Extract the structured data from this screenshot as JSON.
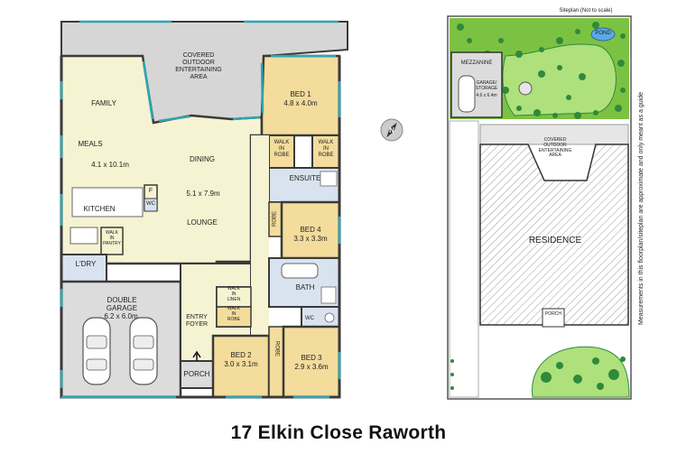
{
  "title": "17 Elkin Close Raworth",
  "floorplan": {
    "rooms": {
      "covered_outdoor": "COVERED\nOUTDOOR\nENTERTAINING\nAREA",
      "bed1_name": "BED 1",
      "bed1_size": "4.8 x 4.0m",
      "family": "FAMILY",
      "meals": "MEALS",
      "meals_size": "4.1 x 10.1m",
      "dining": "DINING",
      "dining_size": "5.1 x 7.9m",
      "lounge": "LOUNGE",
      "kitchen": "KITCHEN",
      "fridge": "F",
      "wc1": "WC",
      "walk_in_pantry": "WALK\nIN\nPANTRY",
      "laundry": "L'DRY",
      "walk_in_robe_1": "WALK\nIN\nROBE",
      "walk_in_robe_2": "WALK\nIN\nROBE",
      "ensuite": "ENSUITE",
      "robe1": "ROBE",
      "bed4_name": "BED 4",
      "bed4_size": "3.3 x 3.3m",
      "bath": "BATH",
      "walk_in_linen": "WALK\nIN\nLINEN",
      "walk_in_robe_3": "WALK\nIN\nROBE",
      "wc2": "WC",
      "double_garage": "DOUBLE\nGARAGE",
      "garage_size": "6.2 x 6.0m",
      "entry_foyer": "ENTRY\nFOYER",
      "porch": "PORCH",
      "bed2_name": "BED 2",
      "bed2_size": "3.0 x 3.1m",
      "robe2": "ROBE",
      "bed3_name": "BED 3",
      "bed3_size": "2.9 x 3.6m"
    }
  },
  "siteplan": {
    "heading": "Siteplan (Not to scale)",
    "pond": "POND",
    "mezzanine": "MEZZANINE",
    "garage_storage": "GARAGE/\nSTORAGE",
    "garage_storage_size": "4.6 x 6.4m",
    "covered_outdoor": "COVERED\nOUTDOOR\nENTERTAINING\nAREA",
    "residence": "RESIDENCE",
    "porch": "PORCH",
    "note": "Measurements in this floorplan/siteplan are approximate and only meant as a guide"
  },
  "colors": {
    "living": "#f6f3d2",
    "bedroom": "#f3dc9c",
    "wet": "#d9e3ef",
    "garage": "#dcdcdc",
    "outdoor": "#d6d6d6",
    "wall": "#3a3a3a",
    "window": "#2ca7b5",
    "lawn": "#7cc242",
    "tree": "#2f8a3a"
  }
}
